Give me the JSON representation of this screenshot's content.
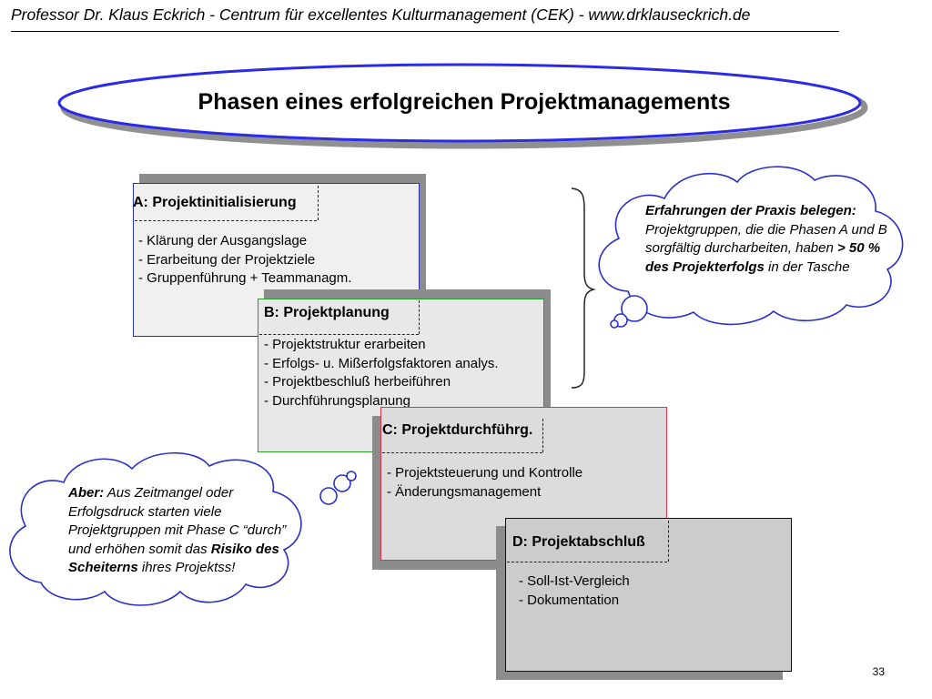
{
  "header": {
    "text": "Professor Dr. Klaus Eckrich - Centrum für excellentes Kulturmanagement (CEK) - www.drklauseckrich.de"
  },
  "slide": {
    "title": "Phasen eines erfolgreichen Projektmanagements",
    "page_number": "33"
  },
  "phases": [
    {
      "title": "A: Projektinitialisierung",
      "items": [
        "- Klärung der Ausgangslage",
        "- Erarbeitung der Projektziele",
        "- Gruppenführung + Teammanagm."
      ],
      "border_color": "#2830b8"
    },
    {
      "title": "B: Projektplanung",
      "items": [
        "- Projektstruktur erarbeiten",
        "- Erfolgs- u. Mißerfolgsfaktoren analys.",
        "- Projektbeschluß herbeiführen",
        "- Durchführungsplanung"
      ],
      "border_color": "#2a9a2a"
    },
    {
      "title": "C: Projektdurchführg.",
      "items": [
        "- Projektsteuerung und Kontrolle",
        "- Änderungsmanagement"
      ],
      "border_color": "#e0304a"
    },
    {
      "title": "D: Projektabschluß",
      "items": [
        "- Soll-Ist-Vergleich",
        "- Dokumentation"
      ],
      "border_color": "#111111"
    }
  ],
  "cloud_right": {
    "lead": "Erfahrungen der Praxis belegen:",
    "text1": " Projektgruppen, die die Phasen A und B sorgfältig durcharbeiten, haben ",
    "highlight": " > 50 % des Projekterfolgs",
    "text2": " in der Tasche"
  },
  "cloud_left": {
    "lead": "Aber:",
    "text1": " Aus Zeitmangel oder Erfolgsdruck starten viele Projektgruppen mit Phase C “durch” und erhöhen somit das ",
    "highlight": "Risiko des Scheiterns",
    "text2": " ihres Projektss!"
  }
}
